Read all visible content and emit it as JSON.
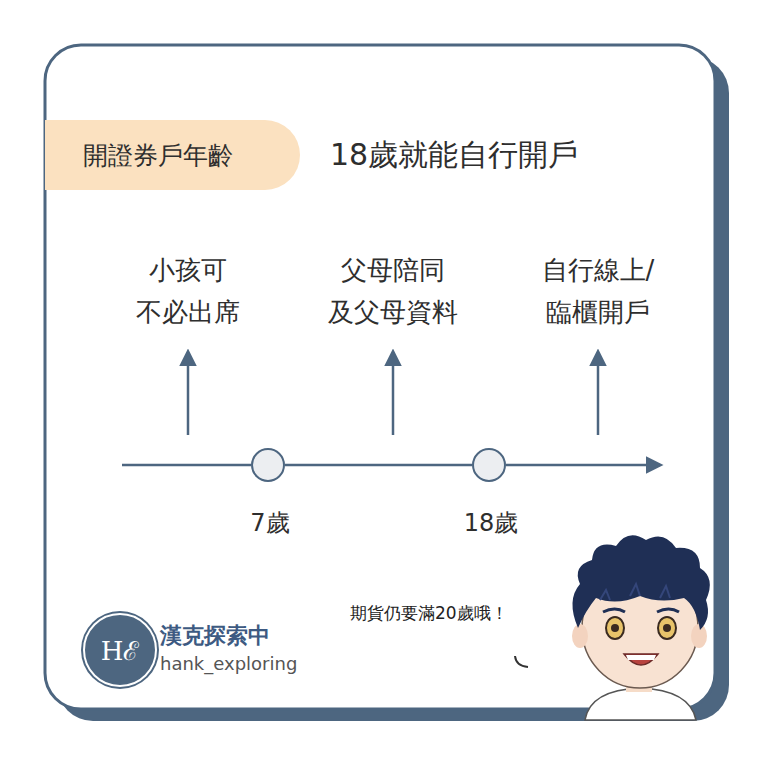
{
  "diagram": {
    "title": "18歲就能自行開戶",
    "nodes": [
      {
        "text": [
          "開證券戶年齡"
        ]
      },
      {
        "text": [
          "7歲"
        ]
      },
      {
        "text": [
          "18歲"
        ]
      },
      {
        "text": [
          "Hℰ"
        ]
      }
    ],
    "edges": [
      {
        "from": 1,
        "to": 2,
        "arrow": "none"
      }
    ],
    "labels": [
      "小孩可 不必出席",
      "父母陪同 及父母資料",
      "自行線上/ 臨櫃開戶",
      "漢克探索中",
      "hank_exploring",
      "期貨仍要滿20歲哦！"
    ]
  }
}
